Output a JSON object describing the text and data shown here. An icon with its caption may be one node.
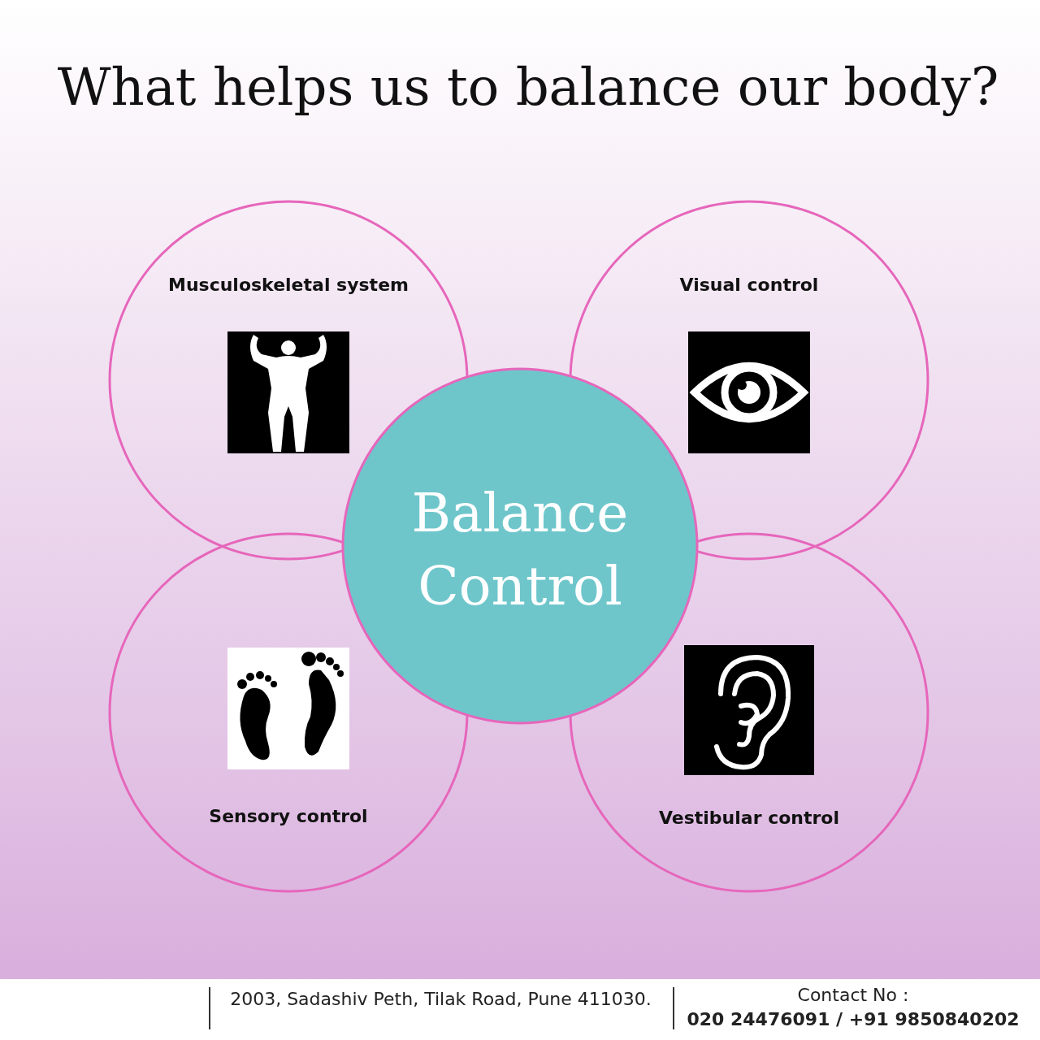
{
  "diagram": {
    "title": "What helps us to balance our body?",
    "nodes": [
      {
        "text": [
          "Musculoskeletal system"
        ]
      },
      {
        "text": [
          "Visual control"
        ]
      },
      {
        "text": [
          "Balance Control"
        ]
      },
      {
        "text": [
          "Sensory control"
        ]
      },
      {
        "text": [
          "Vestibular control"
        ]
      }
    ],
    "labels": [
      "2003, Sadashiv Peth, Tilak Road, Pune 411030.",
      "Contact No :",
      "020 24476091 / +91 9850840202"
    ]
  }
}
